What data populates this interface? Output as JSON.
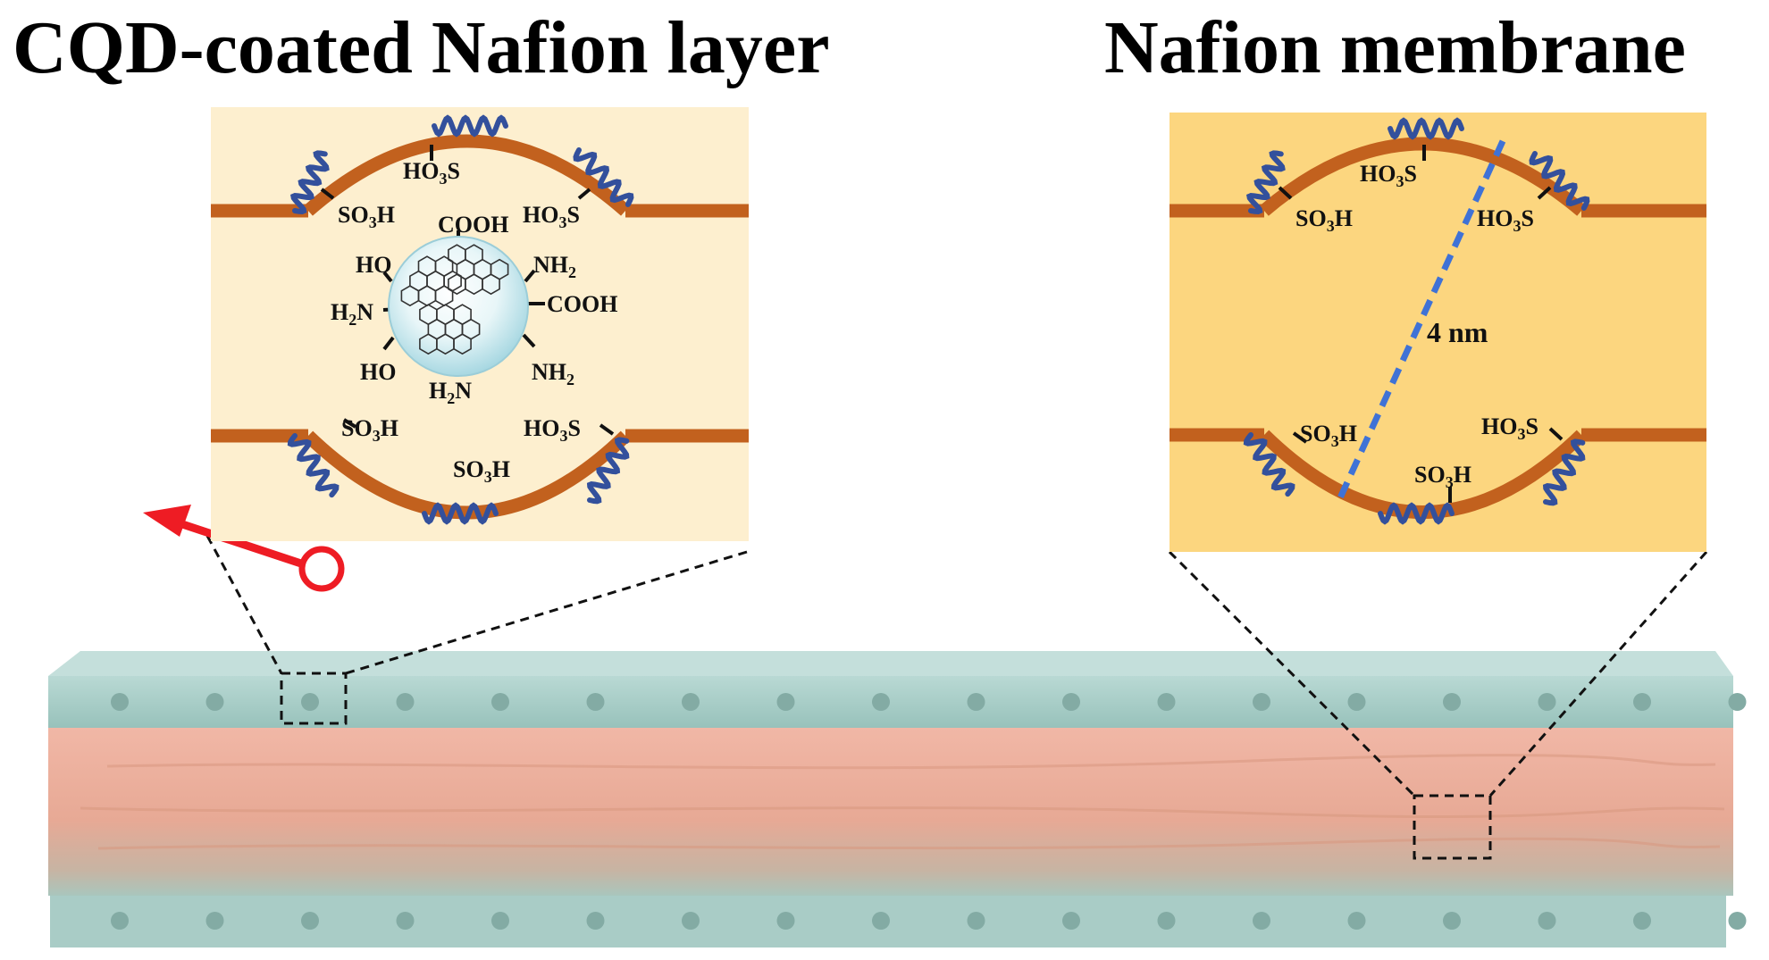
{
  "titles": {
    "left": "CQD-coated Nafion layer",
    "right": "Nafion membrane"
  },
  "left_panel": {
    "upper_groups": [
      "HO3S",
      "SO3H",
      "HO3S"
    ],
    "lower_groups": [
      "SO3H",
      "HO3S",
      "SO3H"
    ],
    "cqd_groups": [
      "COOH",
      "HO",
      "NH2",
      "H2N",
      "COOH",
      "HO",
      "NH2",
      "H2N"
    ]
  },
  "right_panel": {
    "upper_groups": [
      "HO3S",
      "SO3H",
      "HO3S"
    ],
    "lower_groups": [
      "SO3H",
      "HO3S",
      "SO3H"
    ],
    "pore_size_label": "4 nm"
  },
  "colors": {
    "left_panel_bg": "#FDEFCF",
    "right_panel_bg": "#FCD67F",
    "polymer_backbone": "#C2611E",
    "side_chain": "#33509C",
    "pore_diameter_line": "#3F72D6",
    "arrow": "#EE1C24",
    "membrane_outer_layer": "#A6CBC5",
    "membrane_core": "#EBB0A0"
  }
}
